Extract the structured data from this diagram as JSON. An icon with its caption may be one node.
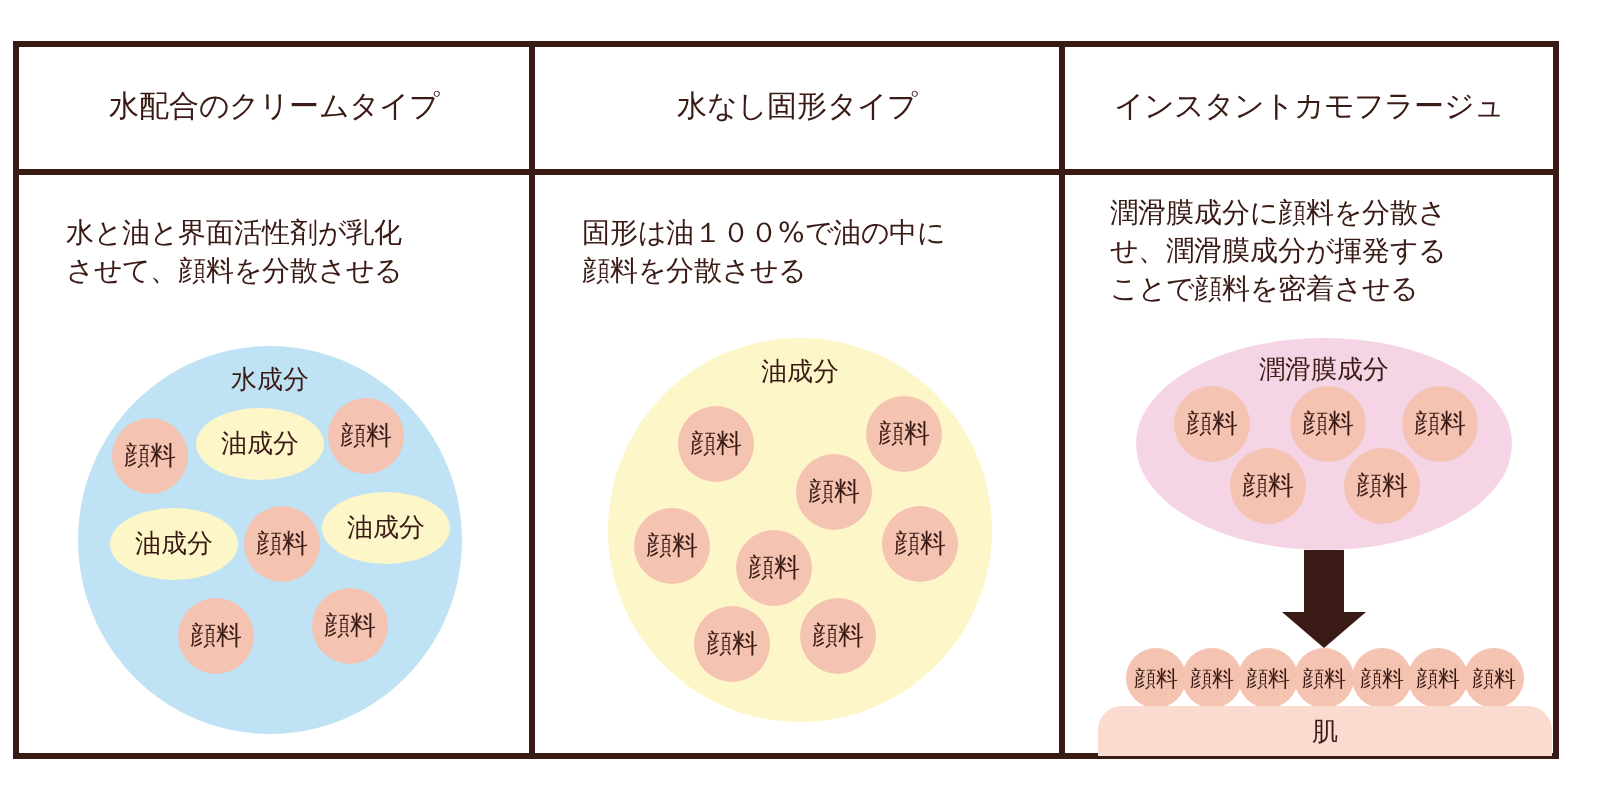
{
  "diagram": {
    "nodes": [
      {
        "text": [
          "水成分"
        ]
      },
      {
        "text": [
          "顔料"
        ],
        "in": 0
      },
      {
        "text": [
          "油成分"
        ],
        "in": 0
      },
      {
        "text": [
          "顔料"
        ],
        "in": 0
      },
      {
        "text": [
          "油成分"
        ],
        "in": 0
      },
      {
        "text": [
          "顔料"
        ],
        "in": 0
      },
      {
        "text": [
          "油成分"
        ],
        "in": 0
      },
      {
        "text": [
          "顔料"
        ],
        "in": 0
      },
      {
        "text": [
          "顔料"
        ],
        "in": 0
      },
      {
        "text": [
          "油成分"
        ]
      },
      {
        "text": [
          "顔料"
        ],
        "in": 9
      },
      {
        "text": [
          "顔料"
        ],
        "in": 9
      },
      {
        "text": [
          "顔料"
        ],
        "in": 9
      },
      {
        "text": [
          "顔料"
        ],
        "in": 9
      },
      {
        "text": [
          "顔料"
        ],
        "in": 9
      },
      {
        "text": [
          "顔料"
        ],
        "in": 9
      },
      {
        "text": [
          "顔料"
        ],
        "in": 9
      },
      {
        "text": [
          "顔料"
        ],
        "in": 9
      },
      {
        "text": [
          "潤滑膜成分"
        ]
      },
      {
        "text": [
          "顔料"
        ],
        "in": 18
      },
      {
        "text": [
          "顔料"
        ],
        "in": 18
      },
      {
        "text": [
          "顔料"
        ],
        "in": 18
      },
      {
        "text": [
          "顔料"
        ],
        "in": 18
      },
      {
        "text": [
          "顔料"
        ],
        "in": 18
      },
      {
        "text": [
          "顔料"
        ]
      },
      {
        "text": [
          "顔料"
        ]
      },
      {
        "text": [
          "顔料"
        ]
      },
      {
        "text": [
          "顔料"
        ]
      },
      {
        "text": [
          "顔料"
        ]
      },
      {
        "text": [
          "顔料"
        ]
      },
      {
        "text": [
          "顔料"
        ]
      },
      {
        "text": [
          "肌"
        ]
      }
    ],
    "edges": [
      {
        "from": 18,
        "to": 27,
        "arrow": "to"
      }
    ],
    "labels": [
      "水配合のクリームタイプ",
      "水なし固形タイプ",
      "インスタントカモフラージュ",
      "水と油と界面活性剤が乳化させて、顔料を分散させる",
      "固形は油１００%で油の中に顔料を分散させる",
      "潤滑膜成分に顔料を分散させ、潤滑膜成分が揮発することで顔料を密着させる"
    ]
  }
}
